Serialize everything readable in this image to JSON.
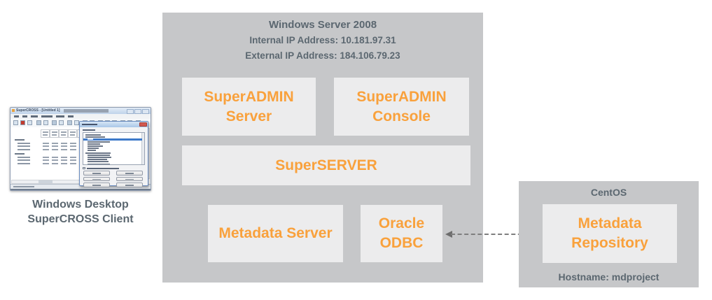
{
  "colors": {
    "container_bg": "#c6c7c9",
    "panel_bg": "#ececed",
    "accent_orange": "#f9a13c",
    "heading_text": "#5b6770",
    "arrow_gray": "#6d6d6d"
  },
  "client": {
    "caption": [
      "Windows Desktop",
      "SuperCROSS Client"
    ],
    "window_title": "SuperCROSS - [Untitled 1]"
  },
  "windows_server": {
    "title": "Windows Server 2008",
    "internal_ip": "Internal IP Address: 10.181.97.31",
    "external_ip": "External IP Address: 184.106.79.23",
    "components": {
      "superadmin_server": "SuperADMIN Server",
      "superadmin_console": "SuperADMIN Console",
      "superserver": "SuperSERVER",
      "metadata_server": "Metadata Server",
      "oracle_odbc": "Oracle ODBC"
    }
  },
  "centos": {
    "title": "CentOS",
    "component": "Metadata Repository",
    "hostname": "Hostname: mdproject"
  }
}
